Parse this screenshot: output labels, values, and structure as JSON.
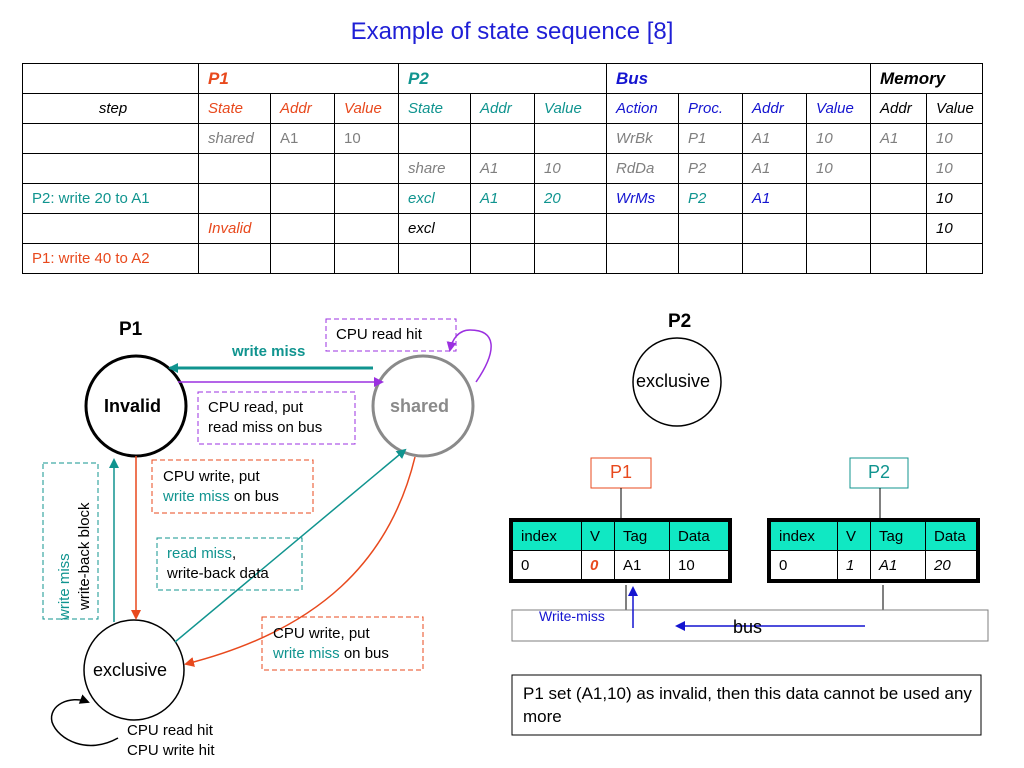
{
  "title": "Example of state sequence   [8]",
  "table": {
    "groups": {
      "p1": "P1",
      "p2": "P2",
      "bus": "Bus",
      "memory": "Memory"
    },
    "subheaders": [
      "step",
      "State",
      "Addr",
      "Value",
      "State",
      "Addr",
      "Value",
      "Action",
      "Proc.",
      "Addr",
      "Value",
      "Addr",
      "Value"
    ],
    "rows": [
      {
        "step": "",
        "cells": [
          "shared",
          "A1",
          "10",
          "",
          "",
          "",
          "WrBk",
          "P1",
          "A1",
          "10",
          "A1",
          "10"
        ]
      },
      {
        "step": "",
        "cells": [
          "",
          "",
          "",
          "share",
          "A1",
          "10",
          "RdDa",
          "P2",
          "A1",
          "10",
          "",
          "10"
        ]
      },
      {
        "step": "P2: write 20 to A1",
        "cells": [
          "",
          "",
          "",
          "excl",
          "A1",
          "20",
          "WrMs",
          "P2",
          "A1",
          "",
          "",
          "10"
        ]
      },
      {
        "step": "",
        "cells": [
          "Invalid",
          "",
          "",
          "excl",
          "",
          "",
          "",
          "",
          "",
          "",
          "",
          "10"
        ]
      },
      {
        "step": "P1: write 40 to A2",
        "cells": [
          "",
          "",
          "",
          "",
          "",
          "",
          "",
          "",
          "",
          "",
          "",
          ""
        ]
      }
    ]
  },
  "fsm": {
    "title": "P1",
    "states": {
      "invalid": "Invalid",
      "shared": "shared",
      "exclusive": "exclusive"
    },
    "cpu_read_hit": "CPU read hit",
    "write_miss_top": "write miss",
    "cpu_read_line1": "CPU read, put",
    "cpu_read_line2": "read miss on bus",
    "cpu_write1_line1": "CPU write, put",
    "cpu_write1_wm": "write miss",
    "cpu_write1_tail": " on bus",
    "read_miss_wm": "read miss",
    "read_miss_tail": ",",
    "read_miss_line2": "write-back data",
    "cpu_write2_line1": "CPU write, put",
    "cpu_write2_wm": "write miss",
    "cpu_write2_tail": " on bus",
    "vert_write_miss": "write miss",
    "vert_write_back": "write-back block",
    "self_loop_line1": "CPU read hit",
    "self_loop_line2": "CPU write hit"
  },
  "p2": {
    "title": "P2",
    "state": "exclusive"
  },
  "caches": {
    "p1_label": "P1",
    "p2_label": "P2",
    "headers": [
      "index",
      "V",
      "Tag",
      "Data"
    ],
    "p1_row": [
      "0",
      "0",
      "A1",
      "10"
    ],
    "p2_row": [
      "0",
      "1",
      "A1",
      "20"
    ],
    "bus_label": "bus",
    "write_miss_label": "Write-miss"
  },
  "note": "P1 set (A1,10) as invalid, then this data cannot be used any more",
  "colors": {
    "title": "#1f1fd6",
    "teal": "#10948f",
    "red": "#e8491d",
    "blue": "#1414d0",
    "purple": "#9b30e0",
    "cache_header": "#10e8c3",
    "gray": "#7f7f7f"
  }
}
